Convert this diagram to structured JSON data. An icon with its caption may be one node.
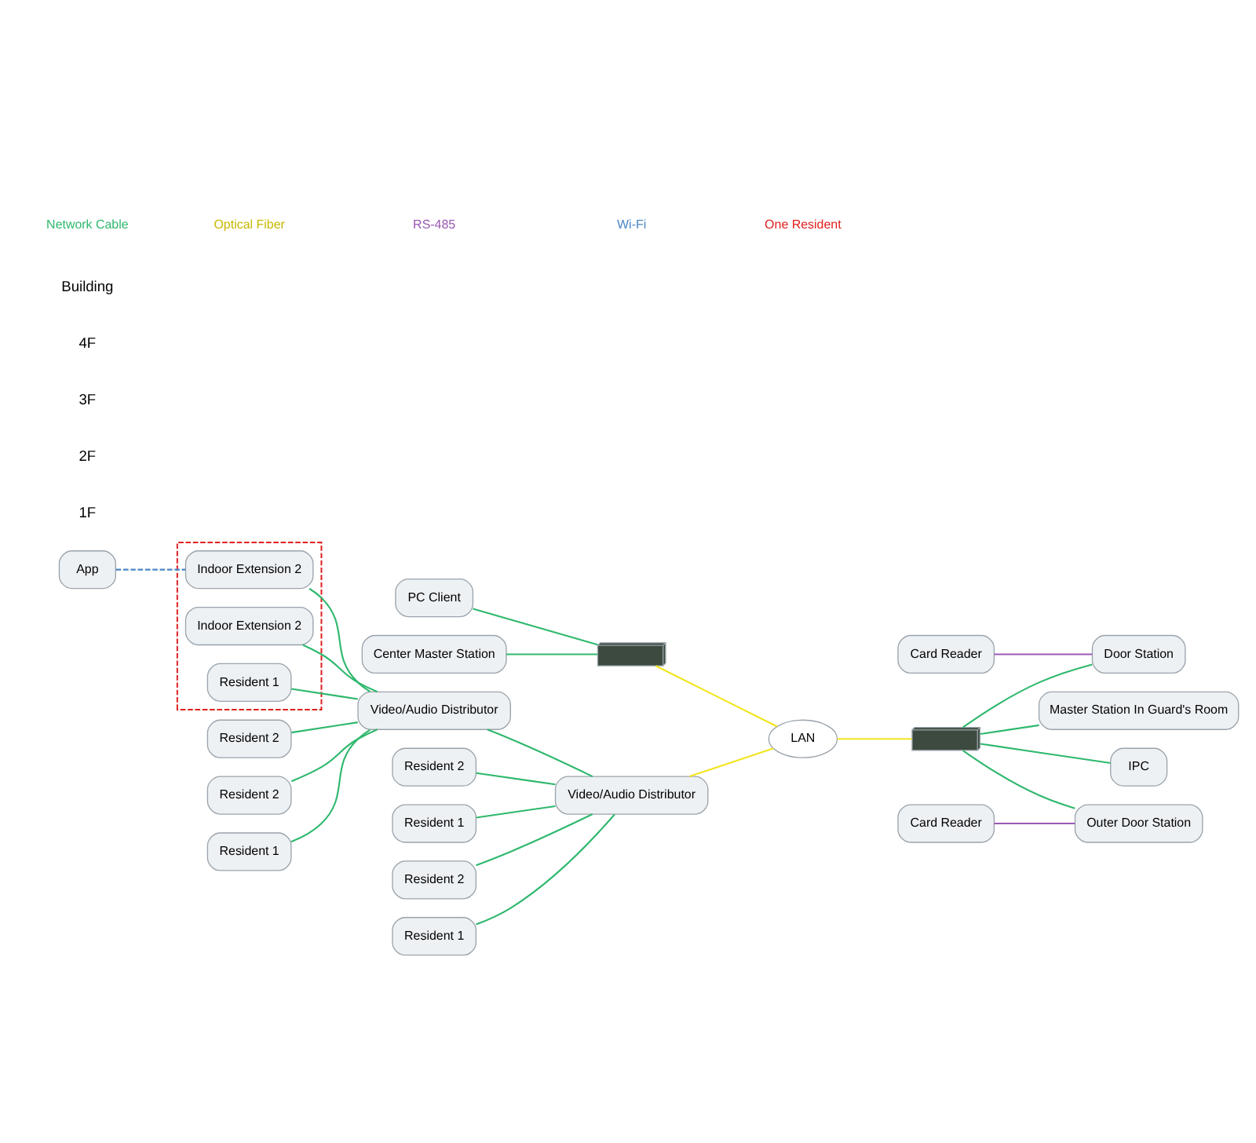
{
  "diagram": {
    "nodes": [
      {
        "text": [
          "App"
        ]
      },
      {
        "text": [],
        "shape": "box"
      },
      {
        "text": [
          "Indoor Extension 2"
        ],
        "in": 1
      },
      {
        "text": [
          "Indoor Extension 2"
        ],
        "in": 1
      },
      {
        "text": [
          "Resident 2"
        ]
      },
      {
        "text": [
          "Resident 1"
        ],
        "in": 1
      },
      {
        "text": [
          "Video/Audio Distributor"
        ]
      },
      {
        "text": [
          "Resident 2"
        ]
      },
      {
        "text": [
          "Resident 1"
        ]
      },
      {
        "text": [
          "Resident 2"
        ]
      },
      {
        "text": [
          "Resident 1"
        ]
      },
      {
        "text": [
          "Video/Audio Distributor"
        ]
      },
      {
        "text": [
          "Resident 2"
        ]
      },
      {
        "text": [
          "Resident 1"
        ]
      },
      {
        "text": [
          "PC Client"
        ]
      },
      {
        "text": [],
        "shape": "picture"
      },
      {
        "text": [
          "Center Master Station"
        ]
      },
      {
        "text": [
          "LAN"
        ]
      },
      {
        "text": [],
        "shape": "picture"
      },
      {
        "text": [
          "Master Station In Guard's Room"
        ]
      },
      {
        "text": [
          "Card Reader"
        ]
      },
      {
        "text": [
          "Door Station"
        ]
      },
      {
        "text": [
          "Card Reader"
        ]
      },
      {
        "text": [
          "Outer Door Station"
        ]
      },
      {
        "text": [
          "IPC"
        ]
      }
    ],
    "edges": [
      {
        "from": 0,
        "to": 2,
        "arrow": "none",
        "style": "dashed",
        "color": "#4a86c5"
      },
      {
        "from": 2,
        "to": 6,
        "arrow": "none"
      },
      {
        "from": 3,
        "to": 6,
        "arrow": "none"
      },
      {
        "from": 4,
        "to": 6,
        "arrow": "none"
      },
      {
        "from": 5,
        "to": 6,
        "arrow": "none"
      },
      {
        "from": 7,
        "to": 6,
        "arrow": "none"
      },
      {
        "from": 8,
        "to": 6,
        "arrow": "none"
      },
      {
        "from": 6,
        "to": 11,
        "arrow": "none"
      },
      {
        "from": 9,
        "to": 11,
        "arrow": "none"
      },
      {
        "from": 10,
        "to": 11,
        "arrow": "none"
      },
      {
        "from": 12,
        "to": 11,
        "arrow": "none"
      },
      {
        "from": 13,
        "to": 11,
        "arrow": "none"
      },
      {
        "from": 11,
        "to": 17,
        "arrow": "none",
        "color": "#f2e51c"
      },
      {
        "from": 14,
        "to": 15,
        "arrow": "none"
      },
      {
        "from": 16,
        "to": 15,
        "arrow": "none"
      },
      {
        "from": 15,
        "to": 17,
        "arrow": "none",
        "color": "#f2e51c"
      },
      {
        "from": 17,
        "to": 18,
        "arrow": "none",
        "color": "#f2e51c"
      },
      {
        "from": 18,
        "to": 19,
        "arrow": "none"
      },
      {
        "from": 18,
        "to": 21,
        "arrow": "none"
      },
      {
        "from": 18,
        "to": 23,
        "arrow": "none"
      },
      {
        "from": 18,
        "to": 24,
        "arrow": "none"
      },
      {
        "from": 20,
        "to": 21,
        "arrow": "none",
        "color": "#9b59b6"
      },
      {
        "from": 22,
        "to": 23,
        "arrow": "none",
        "color": "#9b59b6"
      }
    ],
    "labels": [
      "Building",
      "4F",
      "3F",
      "2F",
      "1F"
    ],
    "legend": [
      {
        "text": "Network Cable"
      },
      {
        "text": "Optical Fiber"
      },
      {
        "text": "RS-485"
      },
      {
        "text": "Wi-Fi"
      },
      {
        "text": "One Resident"
      }
    ]
  }
}
